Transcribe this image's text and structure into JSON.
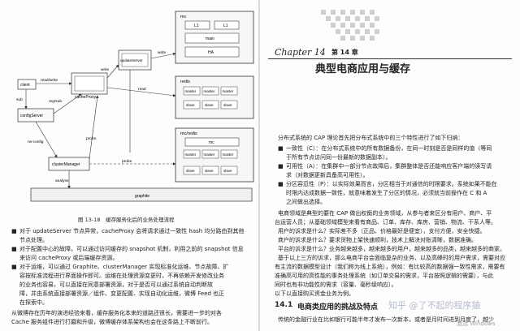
{
  "left": {
    "diagram": {
      "nodes": {
        "mc": "mc",
        "l1a": "L1",
        "l1b": "L1",
        "main": "main",
        "ha": "HA",
        "redis": "redis",
        "master": "master",
        "slave": "slave",
        "mcredis": "mc/redis",
        "mc2": "mc",
        "client": "client",
        "cacheProxy": "cacheProxy",
        "updateServer": "updateServer",
        "configServer": "configServer",
        "clusterManager": "clusterManager",
        "graphite": "graphite"
      },
      "edges": {
        "readwrite": "read/write",
        "write1": "write",
        "write2": "write",
        "read": "read",
        "sub": "sub",
        "regsub": "reg/sub",
        "rwconfig": "rw-config",
        "probe": "probe",
        "probe2": "probe",
        "analyse": "analyse"
      }
    },
    "figure_caption": "图 13-18　缓存服务化后的业务处理流程",
    "paragraphs": [
      "对于 updateServer 节点异常，cacheProxy 会将请求通过一致性 hash 均分路由到其他",
      "节点处理。",
      "对于配置中心的故障，可以通过访问缓存的 snapshot 机制，利用之前的 snapshot 信息",
      "来访问 cacheProxy 或后端缓存资源。",
      "对于运维，可以通过 Graphite、clusterManager 实现标准化运维、节点故障、扩",
      "容按标准流程进行界面操作即可。运维在处理资源变更时，不再依赖开发修改业务",
      "的业务也容易，可以直接在同意部署资源，对于是否可以通过系统自动判断故",
      "障，并由系统直接部署资源／组件、变更配置、实现自动化运维，微博 Feed 也正",
      "在探索中。",
      "从微博存在历年的演进经验来看，缓存服务化本来的道路还很长，需要进一步的对各",
      "Cache 服务组件进行打磨和升级，微博缓存体系架构也会在这条路上不断前行。"
    ]
  },
  "right": {
    "chapter_script": "Chapter 14",
    "chapter_number": "第 14 章",
    "chapter_title": "典型电商应用与缓存",
    "intro_line": "分布式系统的 CAP 理论首先把分布式系统中的三个特性进行了如下归纳：",
    "cap_items": [
      "一致性（C）：在分布式系统中的所有数据备份，在同一时刻是否是同样的值（等同",
      "于所有节点访问同一份最新的数据副本）。",
      "可用性（A）：在集群中一部分节点故障后，集群整体是否还能响应客户端的读写请",
      "求（对数据更新具备高可用性）。",
      "分区容忍性（P）：以实际效果而言，分区相当于对通信的时限要求。系统如果不能在",
      "时限内达成数据一致性，就意味着发生了分区的情况，必须就当前操作在 C 和 A",
      "之间做出选择。"
    ],
    "body_lines": [
      "电商领域是典型的要在 CAP 做出权衡的业务领域，从参与者来区分有用户、商户、平",
      "台运营人员；从基础领域模型来看有商品、订单、库存、库房、营销、物流、干系人等。",
      "用户的诉求是什么？实际差不多（正品、价格最好是便宜），支付方便，安全快捷。",
      "商户的诉求是什么？要求货物上架快速顺利，技术上解决对账清晰，数据准确。",
      "平台的诉求是什么？业务越来越多，越来越多的用户，越来越多的品类，越来越多的商家。",
      "基于以上三方的诉求，那么电商平台会面临复杂的业务、以及高峰时的用户需求，需要对应",
      "有主流的数据模型设计（我们称为线上系统），例如：有比较高的数据强一致性需求，需要有",
      "准确高可用的高性能的事务处理系统（如订单交易的需求，平台按照逻辑的需要），与此",
      "同时也有非功能性的需求（容量、毫秒级响应）。",
      "以下以直接购买资金业务为例。"
    ],
    "section_number": "14.1",
    "section_title": "电商类应用的挑战及特点",
    "section_line": "传统的金融行业在比如银行可能半年才发布一次新本，或者是月时间进到月度了，越少",
    "watermark": "知乎 @了不起的程序猿",
    "windows_note": "激活 Windows"
  }
}
